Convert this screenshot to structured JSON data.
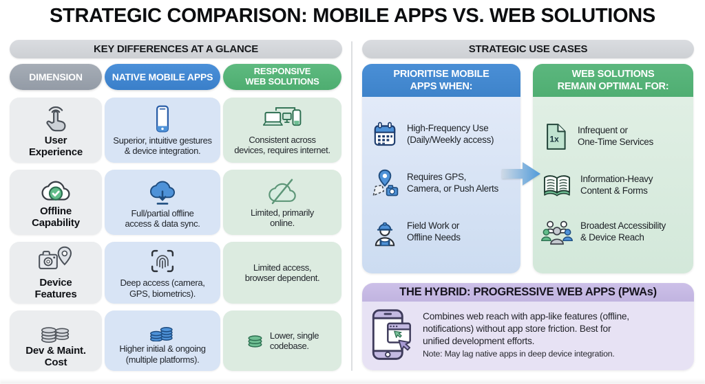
{
  "title": "STRATEGIC COMPARISON: MOBILE APPS VS. WEB SOLUTIONS",
  "left_panel": {
    "header": "KEY DIFFERENCES AT A GLANCE",
    "column_headers": [
      {
        "label": "DIMENSION"
      },
      {
        "label": "NATIVE MOBILE APPS"
      },
      {
        "label": "RESPONSIVE\nWEB SOLUTIONS"
      }
    ],
    "rows": [
      {
        "dimension": "User\nExperience",
        "dimension_icon": "tap-gesture-icon",
        "mobile": "Superior, intuitive gestures\n& device integration.",
        "mobile_icon": "smartphone-icon",
        "web": "Consistent across\ndevices, requires internet.",
        "web_icon": "multi-devices-icon"
      },
      {
        "dimension": "Offline\nCapability",
        "dimension_icon": "cloud-check-icon",
        "mobile": "Full/partial offline\naccess & data sync.",
        "mobile_icon": "cloud-download-icon",
        "web": "Limited, primarily\nonline.",
        "web_icon": "cloud-offline-icon"
      },
      {
        "dimension": "Device\nFeatures",
        "dimension_icon": "camera-location-icon",
        "mobile": "Deep access (camera,\nGPS, biometrics).",
        "mobile_icon": "fingerprint-scan-icon",
        "web": "Limited access,\nbrowser dependent.",
        "web_icon": "none"
      },
      {
        "dimension": "Dev & Maint.\nCost",
        "dimension_icon": "coins-gray-icon",
        "mobile": "Higher initial & ongoing\n(multiple platforms).",
        "mobile_icon": "coins-blue-icon",
        "web": "Lower, single\ncodebase.",
        "web_icon": "coin-green-icon"
      }
    ]
  },
  "right_panel": {
    "header": "STRATEGIC USE CASES",
    "mobile_column": {
      "header": "PRIORITISE MOBILE\nAPPS WHEN:",
      "items": [
        {
          "icon": "calendar-icon",
          "text": "High-Frequency Use\n(Daily/Weekly access)"
        },
        {
          "icon": "gps-camera-icon",
          "text": "Requires GPS,\nCamera, or Push Alerts"
        },
        {
          "icon": "field-worker-icon",
          "text": "Field Work or\nOffline Needs"
        }
      ]
    },
    "web_column": {
      "header": "WEB SOLUTIONS\nREMAIN OPTIMAL FOR:",
      "items": [
        {
          "icon": "one-time-document-icon",
          "icon_label": "1x",
          "text": "Infrequent or\nOne-Time Services"
        },
        {
          "icon": "open-book-icon",
          "text": "Information-Heavy\nContent & Forms"
        },
        {
          "icon": "people-group-icon",
          "text": "Broadest Accessibility\n& Device Reach"
        }
      ]
    },
    "hybrid": {
      "header": "THE HYBRID: PROGRESSIVE WEB APPS (PWAs)",
      "icon": "pwa-phone-icon",
      "body": "Combines web reach with app-like features (offline,\nnotifications) without app store friction. Best for\nunified development efforts.",
      "note": "Note: May lag native apps in deep device integration."
    }
  },
  "colors": {
    "dimension_header": "#99a1ab",
    "mobile_accent": "#3e86d3",
    "web_accent": "#55b67a",
    "hybrid_accent": "#c6bae4",
    "panel_header_bg": "#d3d6d9",
    "mobile_cell_bg": "#d8e4f5",
    "web_cell_bg": "#dcebe0",
    "dimension_cell_bg": "#ebedef"
  }
}
